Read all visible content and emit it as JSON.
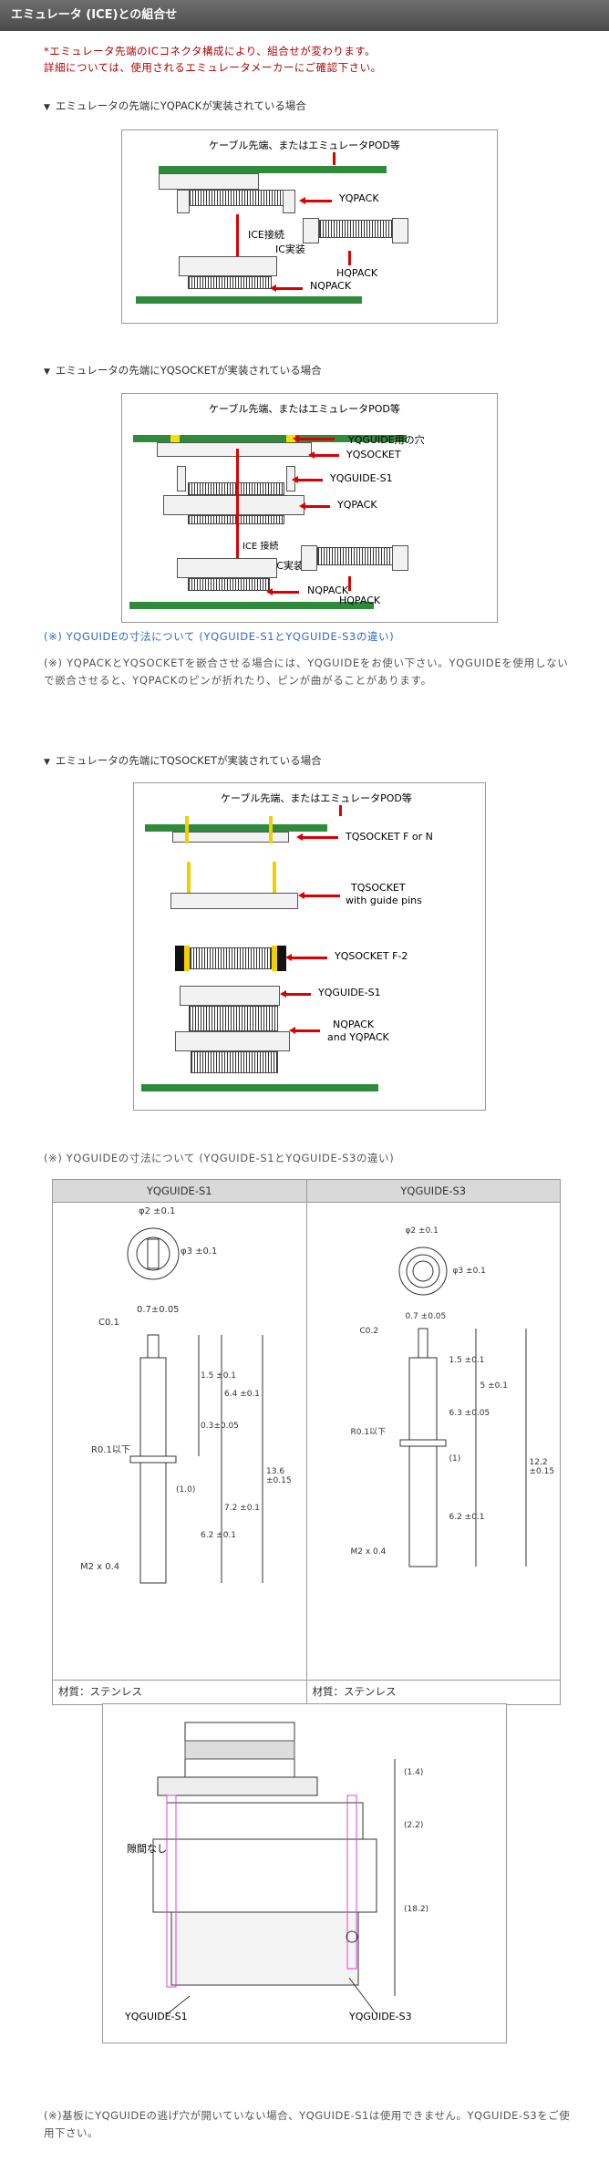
{
  "header": {
    "title": "エミュレータ (ICE)との組合せ"
  },
  "notice": {
    "line1": "*エミュレータ先端のICコネクタ構成により、組合せが変わります。",
    "line2": "詳細については、使用されるエミュレータメーカーにご確認下さい。"
  },
  "section1": {
    "heading": "エミュレータの先端にYQPACKが実装されている場合",
    "labels": {
      "top": "ケーブル先端、またはエミュレータPOD等",
      "yqpack": "YQPACK",
      "ice": "ICE接続",
      "ic": "IC実装",
      "hqpack": "HQPACK",
      "nqpack": "NQPACK"
    }
  },
  "section2": {
    "heading": "エミュレータの先端にYQSOCKETが実装されている場合",
    "labels": {
      "top": "ケーブル先端、またはエミュレータPOD等",
      "hole": "YQGUIDE用の穴",
      "yqsocket": "YQSOCKET",
      "guide": "YQGUIDE-S1",
      "yqpack": "YQPACK",
      "ice": "ICE\n接続",
      "ic": "IC実装",
      "nqpack": "NQPACK",
      "hqpack": "HQPACK"
    },
    "link": "(※) YQGUIDEの寸法について (YQGUIDE-S1とYQGUIDE-S3の違い)",
    "body": "(※) YQPACKとYQSOCKETを嵌合させる場合には、YQGUIDEをお使い下さい。YQGUIDEを使用しないで嵌合させると、YQPACKのピンが折れたり、ピンが曲がることがあります。"
  },
  "section3": {
    "heading": "エミュレータの先端にTQSOCKETが実装されている場合",
    "labels": {
      "top": "ケーブル先端、またはエミュレータPOD等",
      "tq_fn": "TQSOCKET F or N",
      "tq_pins1": "TQSOCKET",
      "tq_pins2": "with guide pins",
      "yq_f2": "YQSOCKET F-2",
      "guide": "YQGUIDE-S1",
      "np1": "NQPACK",
      "np2": "and YQPACK"
    }
  },
  "spec": {
    "note": "(※) YQGUIDEの寸法について (YQGUIDE-S1とYQGUIDE-S3の違い)",
    "col1": "YQGUIDE-S1",
    "col2": "YQGUIDE-S3",
    "mat1": "材質：ステンレス",
    "mat2": "材質：ステンレス",
    "s1": {
      "d1": "φ2 ±0.1",
      "d2": "φ3 ±0.1",
      "w": "0.7±0.05",
      "c": "C0.1",
      "r": "R0.1以下",
      "m": "M2 x 0.4",
      "a": "1.5 ±0.1",
      "b": "6.4 ±0.1",
      "c2": "0.3±0.05",
      "d": "(1.0)",
      "e": "6.2 ±0.1",
      "f": "7.2 ±0.1",
      "g": "13.6 ±0.15"
    },
    "s3": {
      "d1": "φ2 ±0.1",
      "d2": "φ3 ±0.1",
      "w": "0.7 ±0.05",
      "c": "C0.2",
      "r": "R0.1以下",
      "m": "M2 x 0.4",
      "a": "1.5 ±0.1",
      "b": "5 ±0.1",
      "c2": "6.3 ±0.05",
      "d": "(1)",
      "e": "6.2 ±0.1",
      "g": "12.2 ±0.15"
    }
  },
  "fig4": {
    "gap": "隙間なし",
    "s1": "YQGUIDE-S1",
    "s3": "YQGUIDE-S3",
    "d1": "(1.4)",
    "d2": "(2.2)",
    "d3": "(18.2)"
  },
  "footer": "(※)基板にYQGUIDEの逃げ穴が開いていない場合、YQGUIDE-S1は使用できません。YQGUIDE-S3をご使用下さい。"
}
